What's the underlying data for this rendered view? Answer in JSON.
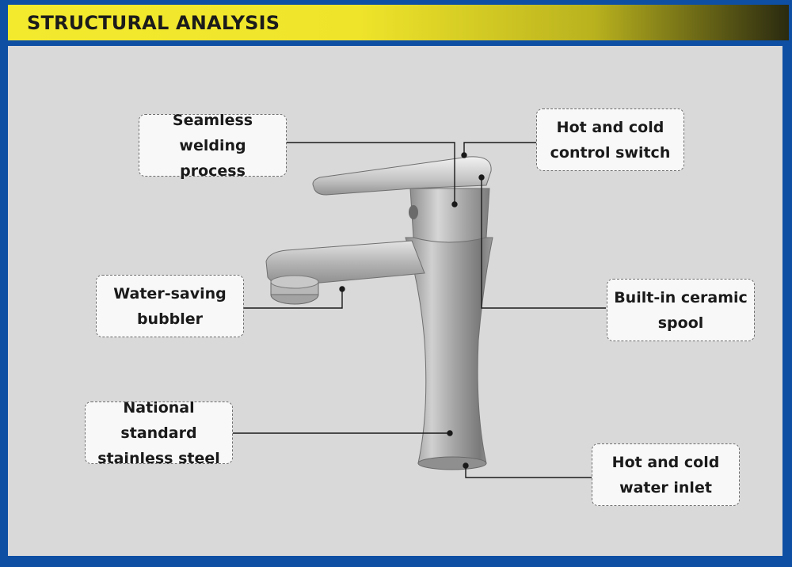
{
  "header": {
    "title": "STRUCTURAL ANALYSIS"
  },
  "colors": {
    "frame": "#0e4fa3",
    "header_yellow": "#f3ea2e",
    "panel": "#d9d9d9",
    "callout_bg": "#f8f8f8",
    "leader_line": "#1a1a1a"
  },
  "callouts": {
    "seamless": {
      "line1": "Seamless welding",
      "line2": "process"
    },
    "hotcold_switch": {
      "line1": "Hot and cold",
      "line2": "control switch"
    },
    "bubbler": {
      "line1": "Water-saving",
      "line2": "bubbler"
    },
    "spool": {
      "line1": "Built-in ceramic",
      "line2": "spool"
    },
    "steel": {
      "line1": "National standard",
      "line2": "stainless steel"
    },
    "inlet": {
      "line1": "Hot and cold",
      "line2": "water inlet"
    }
  },
  "image": {
    "subject": "stainless-steel-faucet-icon"
  }
}
